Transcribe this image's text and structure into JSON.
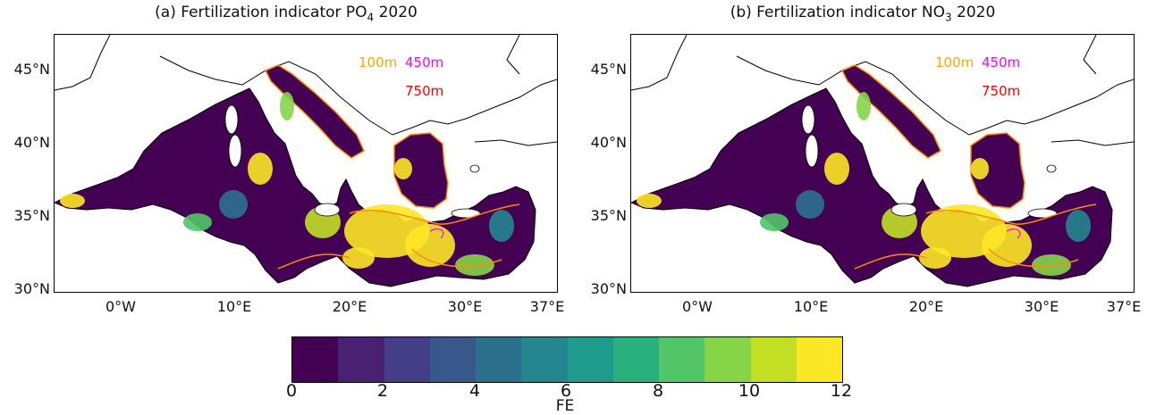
{
  "panels": [
    {
      "title": "(a) Fertilization indicator PO",
      "title_sub": "4",
      "title_year": " 2020",
      "depth_labels": {
        "d100": "100m",
        "d450": "450m",
        "d750": "750m"
      }
    },
    {
      "title": "(b) Fertilization indicator NO",
      "title_sub": "3",
      "title_year": " 2020",
      "depth_labels": {
        "d100": "100m",
        "d450": "450m",
        "d750": "750m"
      }
    }
  ],
  "lat_ticks": [
    "45°N",
    "40°N",
    "35°N",
    "30°N"
  ],
  "lon_ticks": [
    "0°W",
    "10°E",
    "20°E",
    "30°E",
    "37°E"
  ],
  "colorbar": {
    "label": "FE",
    "ticks": [
      "0",
      "2",
      "4",
      "6",
      "8",
      "10",
      "12"
    ],
    "range": [
      0,
      12
    ],
    "colors": [
      "#440154",
      "#482173",
      "#433e85",
      "#38588c",
      "#2d708e",
      "#25858e",
      "#1e9b8a",
      "#2ab07f",
      "#52c569",
      "#86d549",
      "#c2df23",
      "#fde725"
    ]
  },
  "depth_colors": {
    "d100": "#ffa500",
    "d450": "#ff00ff",
    "d750": "#ff0000"
  }
}
